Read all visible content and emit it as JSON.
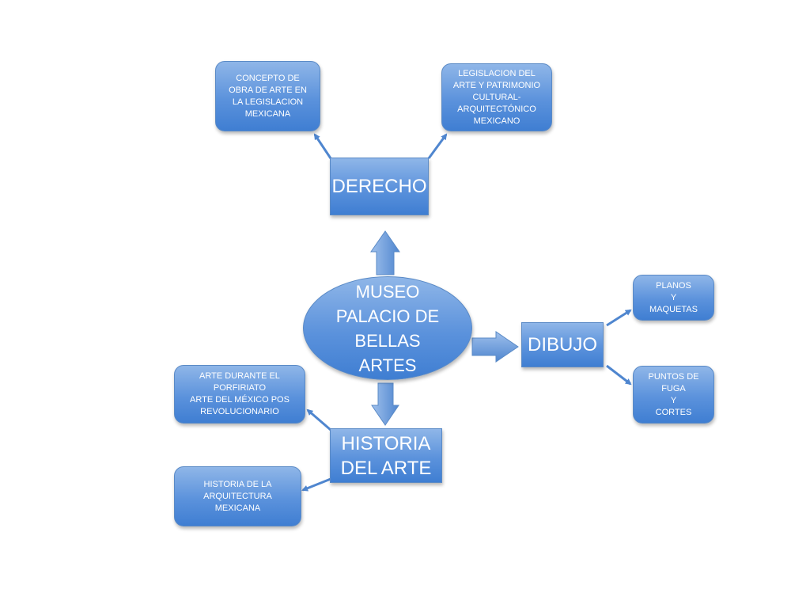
{
  "diagram": {
    "center": {
      "label": "MUSEO\nPALACIO DE\nBELLAS\nARTES"
    },
    "branches": {
      "derecho": {
        "label": "DERECHO",
        "children": [
          {
            "label": "CONCEPTO DE\nOBRA DE ARTE EN\nLA LEGISLACION\nMEXICANA"
          },
          {
            "label": "LEGISLACION DEL\nARTE Y PATRIMONIO\nCULTURAL-\nARQUITECTÓNICO\nMEXICANO"
          }
        ]
      },
      "dibujo": {
        "label": "DIBUJO",
        "children": [
          {
            "label": "PLANOS\nY\nMAQUETAS"
          },
          {
            "label": "PUNTOS DE\nFUGA\nY\nCORTES"
          }
        ]
      },
      "historia": {
        "label": "HISTORIA\nDEL ARTE",
        "children": [
          {
            "label": "ARTE DURANTE EL\nPORFIRIATO\nARTE DEL MÉXICO POS\nREVOLUCIONARIO"
          },
          {
            "label": "HISTORIA DE LA\nARQUITECTURA\nMEXICANA"
          }
        ]
      }
    },
    "colors": {
      "node_top": "#8fb6e8",
      "node_bottom": "#3f7ed2",
      "border": "#5a8ac6",
      "text": "#ffffff",
      "arrow": "#4f86cf"
    }
  }
}
